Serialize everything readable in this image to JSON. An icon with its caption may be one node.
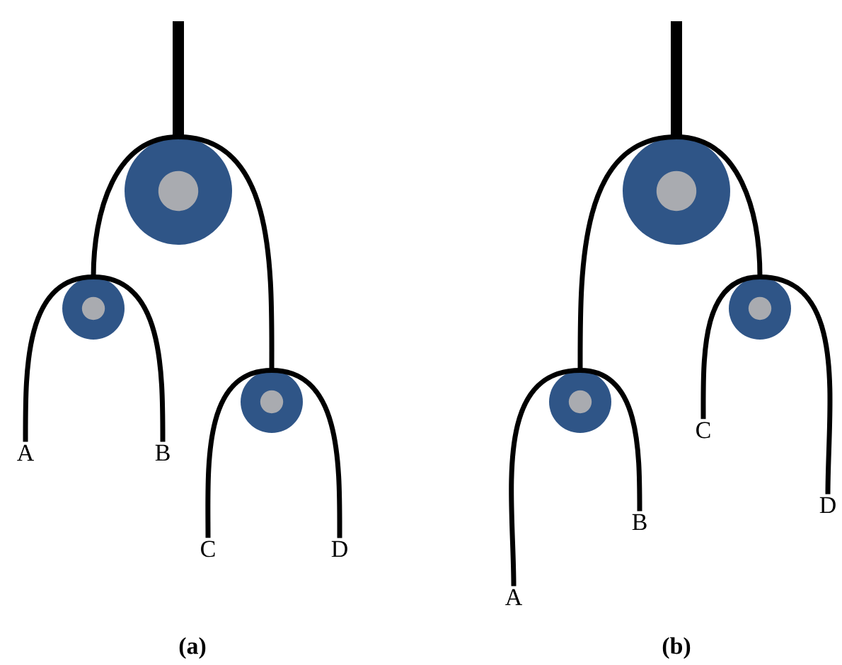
{
  "diagram": {
    "nodes": [
      {
        "text": [],
        "shape": "circle"
      },
      {
        "text": [],
        "shape": "circle"
      },
      {
        "text": [
          "A"
        ]
      },
      {
        "text": [
          "B"
        ]
      },
      {
        "text": [],
        "shape": "circle"
      },
      {
        "text": [
          "C"
        ]
      },
      {
        "text": [
          "D"
        ]
      },
      {
        "text": [],
        "shape": "circle"
      },
      {
        "text": [],
        "shape": "circle"
      },
      {
        "text": [
          "A"
        ]
      },
      {
        "text": [
          "B"
        ]
      },
      {
        "text": [],
        "shape": "circle"
      },
      {
        "text": [
          "C"
        ]
      },
      {
        "text": [
          "D"
        ]
      }
    ],
    "edges": [
      {
        "from": null,
        "to": 0,
        "arrow": "none",
        "style": "thick"
      },
      {
        "from": 0,
        "to": 1,
        "arrow": "none"
      },
      {
        "from": 0,
        "to": 4,
        "arrow": "none"
      },
      {
        "from": 1,
        "to": 2,
        "arrow": "none"
      },
      {
        "from": 1,
        "to": 3,
        "arrow": "none"
      },
      {
        "from": 4,
        "to": 5,
        "arrow": "none"
      },
      {
        "from": 4,
        "to": 6,
        "arrow": "none"
      },
      {
        "from": null,
        "to": 7,
        "arrow": "none",
        "style": "thick"
      },
      {
        "from": 7,
        "to": 8,
        "arrow": "none"
      },
      {
        "from": 7,
        "to": 11,
        "arrow": "none"
      },
      {
        "from": 8,
        "to": 9,
        "arrow": "none"
      },
      {
        "from": 8,
        "to": 10,
        "arrow": "none"
      },
      {
        "from": 11,
        "to": 12,
        "arrow": "none"
      },
      {
        "from": 11,
        "to": 13,
        "arrow": "none"
      }
    ],
    "labels": [
      "(a)",
      "(b)"
    ]
  }
}
